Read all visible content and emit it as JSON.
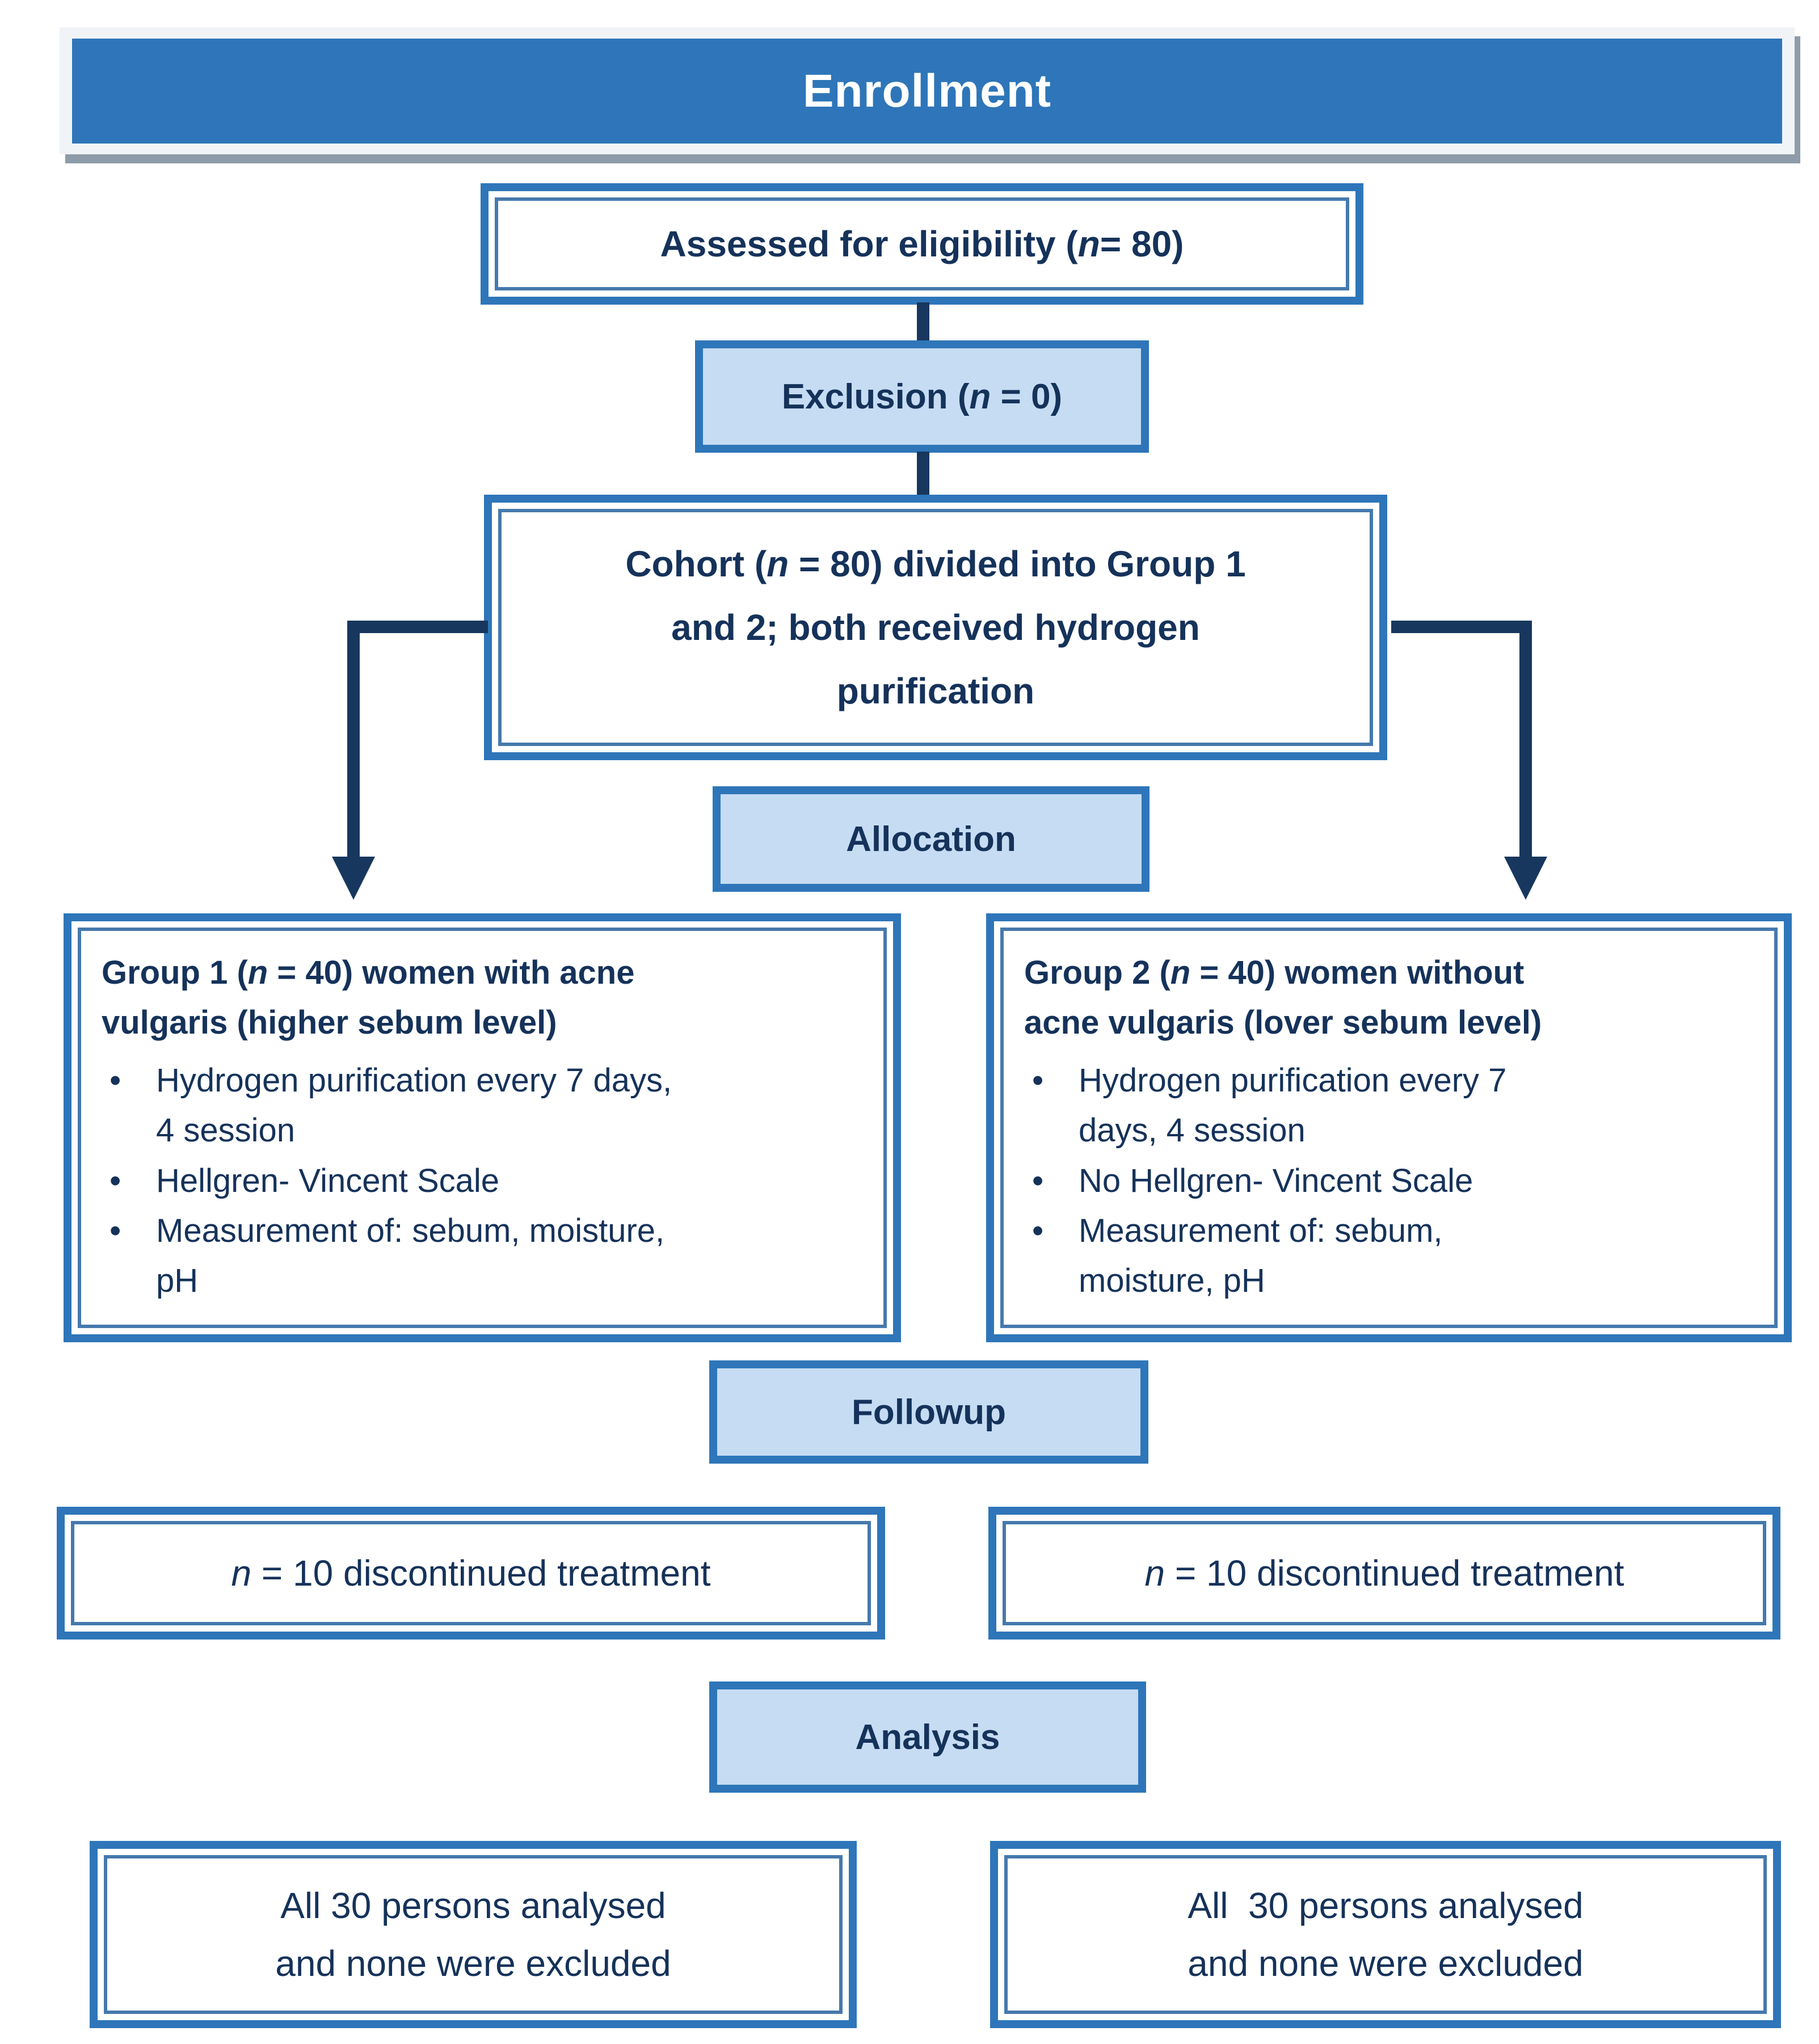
{
  "colors": {
    "blue": "#2E76B9",
    "light_blue": "#C6DCF3",
    "navy_text": "#15325A",
    "arrow_navy": "#17375E",
    "inner_line": "#4579AD",
    "shadow_gray": "#8E9CA9",
    "frame_light": "#F0F4F7",
    "banner_text": "#FFFFFF",
    "box_bg": "#FFFFFF"
  },
  "glyphs": {
    "bullet": "•"
  },
  "banner": {
    "label": "Enrollment"
  },
  "flow": {
    "assessed": {
      "pre": "Assessed for eligibility (",
      "var": "n",
      "post": " = 80)"
    },
    "exclusion": {
      "pre": "Exclusion (",
      "var": "n",
      "post": " = 0)"
    },
    "cohort": {
      "pre": "Cohort (",
      "var": "n",
      "post": " = 80) divided into Group 1\nand 2; both received hydrogen\npurification"
    },
    "allocation": {
      "label": "Allocation"
    },
    "group1": {
      "heading_pre": "Group 1 (",
      "heading_var": "n",
      "heading_post": " = 40) women with acne",
      "heading_line2": "vulgaris (higher sebum level)",
      "bullets": [
        "Hydrogen purification every 7 days,\n4 session",
        "Hellgren- Vincent Scale",
        "Measurement of: sebum, moisture,\npH"
      ]
    },
    "group2": {
      "heading_pre": "Group 2 (",
      "heading_var": "n",
      "heading_post": " = 40) women without",
      "heading_line2": "acne vulgaris (lover sebum level)",
      "bullets": [
        "Hydrogen purification every 7\ndays, 4 session",
        "No Hellgren- Vincent Scale",
        "Measurement of: sebum,\nmoisture, pH"
      ]
    },
    "followup": {
      "label": "Followup"
    },
    "discontinued_left": {
      "var": "n",
      "post": " = 10 discontinued treatment"
    },
    "discontinued_right": {
      "var": "n",
      "post": " = 10 discontinued treatment"
    },
    "analysis": {
      "label": "Analysis"
    },
    "analysed_left": {
      "text": "All 30 persons analysed\nand none were excluded"
    },
    "analysed_right": {
      "text": "All  30 persons analysed\nand none were excluded"
    }
  }
}
